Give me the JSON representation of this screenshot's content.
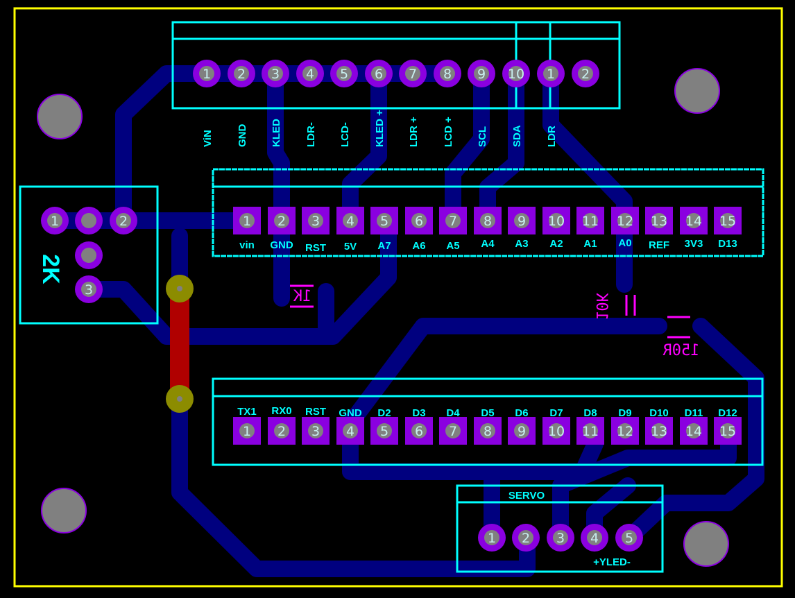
{
  "colors": {
    "background": "#000000",
    "outline": "#ffff00",
    "silkscreen": "#00ffff",
    "trace": "#00007f",
    "pad": "#8a00e0",
    "hole": "#808080",
    "jumper": "#b00000",
    "jumper_pad": "#8c8c00",
    "component": "#ff00ff"
  },
  "top_connector": {
    "pins": [
      "1",
      "2",
      "3",
      "4",
      "5",
      "6",
      "7",
      "8",
      "9",
      "10",
      "1",
      "2"
    ],
    "labels": [
      "ViN",
      "GND",
      "KLED",
      "LDR-",
      "LCD-",
      "KLED +",
      "LDR +",
      "LCD +",
      "SCL",
      "SDA",
      "LDR"
    ]
  },
  "arduino_top": {
    "pins": [
      "1",
      "2",
      "3",
      "4",
      "5",
      "6",
      "7",
      "8",
      "9",
      "10",
      "11",
      "12",
      "13",
      "14",
      "15"
    ],
    "labels": [
      "vin",
      "GND",
      "RST",
      "5V",
      "A7",
      "A6",
      "A5",
      "A4",
      "A3",
      "A2",
      "A1",
      "A0",
      "REF",
      "3V3",
      "D13"
    ]
  },
  "arduino_bottom": {
    "pins": [
      "1",
      "2",
      "3",
      "4",
      "5",
      "6",
      "7",
      "8",
      "9",
      "10",
      "11",
      "12",
      "13",
      "14",
      "15"
    ],
    "labels": [
      "TX1",
      "RX0",
      "RST",
      "GND",
      "D2",
      "D3",
      "D4",
      "D5",
      "D6",
      "D7",
      "D8",
      "D9",
      "D10",
      "D11",
      "D12"
    ]
  },
  "potentiometer": {
    "label": "2K",
    "pins": [
      "1",
      "2",
      "3"
    ]
  },
  "resistors": {
    "r1": "1K",
    "r2": "10K",
    "r3": "150R"
  },
  "servo": {
    "title": "SERVO",
    "pins": [
      "1",
      "2",
      "3",
      "4",
      "5"
    ],
    "label": "+YLED-"
  }
}
